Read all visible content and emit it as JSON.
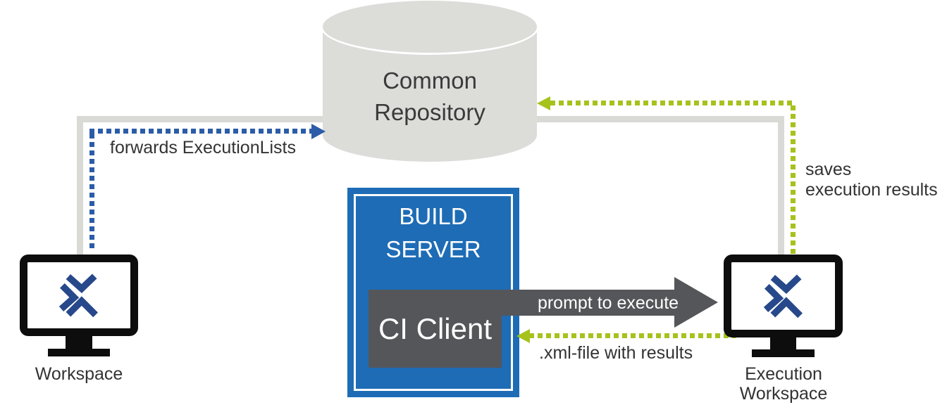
{
  "colors": {
    "accent_blue": "#1e6cb5",
    "dotted_blue": "#2b5ca8",
    "logo_navy": "#27498b",
    "green": "#a6c21c",
    "dark_gray": "#55565a",
    "light_gray_line": "#d9d9d6",
    "cylinder_gray": "#dcdcd9",
    "monitor_black": "#0d0d0d",
    "text": "#3a3a3a"
  },
  "repository": {
    "line1": "Common",
    "line2": "Repository"
  },
  "build_server": {
    "line1": "BUILD",
    "line2": "SERVER",
    "ci_client": "CI Client"
  },
  "workspace": {
    "label": "Workspace"
  },
  "execution_workspace": {
    "line1": "Execution",
    "line2": "Workspace"
  },
  "edges": {
    "forwards_execution_lists": {
      "label": "forwards ExecutionLists"
    },
    "saves_execution_results": {
      "line1": "saves",
      "line2": "execution results"
    },
    "prompt_to_execute": {
      "label": "prompt to execute"
    },
    "xml_file_with_results": {
      "label": ".xml-file with results"
    }
  }
}
